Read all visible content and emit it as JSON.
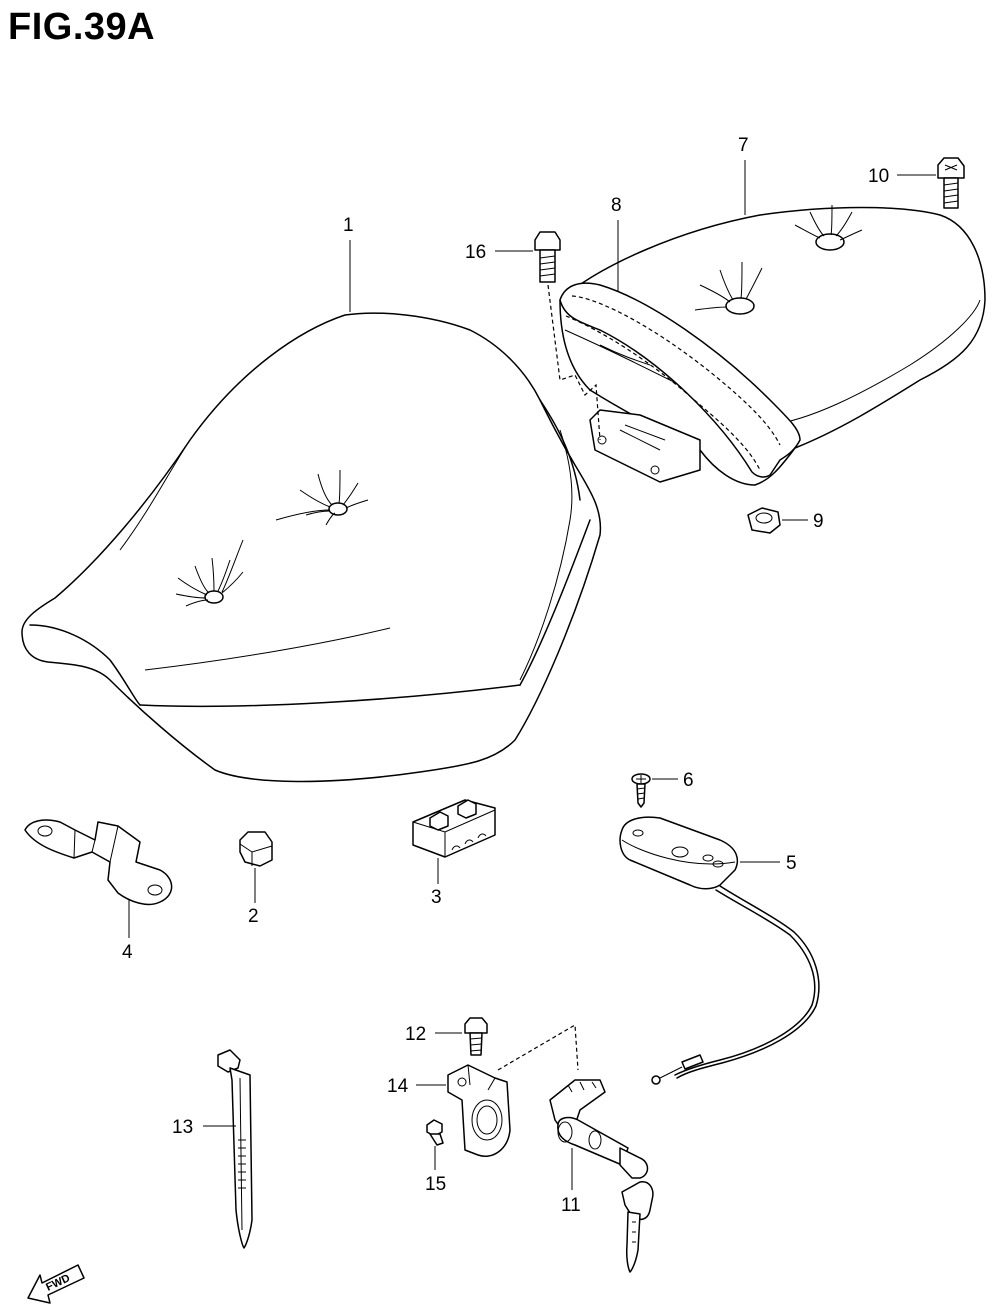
{
  "figure_title": "FIG.39A",
  "callouts": [
    {
      "id": "1",
      "part": "front-seat"
    },
    {
      "id": "2",
      "part": "cushion"
    },
    {
      "id": "3",
      "part": "cushion-block"
    },
    {
      "id": "4",
      "part": "seat-bracket"
    },
    {
      "id": "5",
      "part": "seat-lock-cable"
    },
    {
      "id": "6",
      "part": "screw"
    },
    {
      "id": "7",
      "part": "rear-seat"
    },
    {
      "id": "8",
      "part": "seat-belt"
    },
    {
      "id": "9",
      "part": "nut"
    },
    {
      "id": "10",
      "part": "bolt"
    },
    {
      "id": "11",
      "part": "seat-lock"
    },
    {
      "id": "12",
      "part": "bolt"
    },
    {
      "id": "13",
      "part": "tie-strap"
    },
    {
      "id": "14",
      "part": "lock-bracket"
    },
    {
      "id": "15",
      "part": "screw"
    },
    {
      "id": "16",
      "part": "bolt"
    }
  ],
  "direction_marker": "FWD"
}
